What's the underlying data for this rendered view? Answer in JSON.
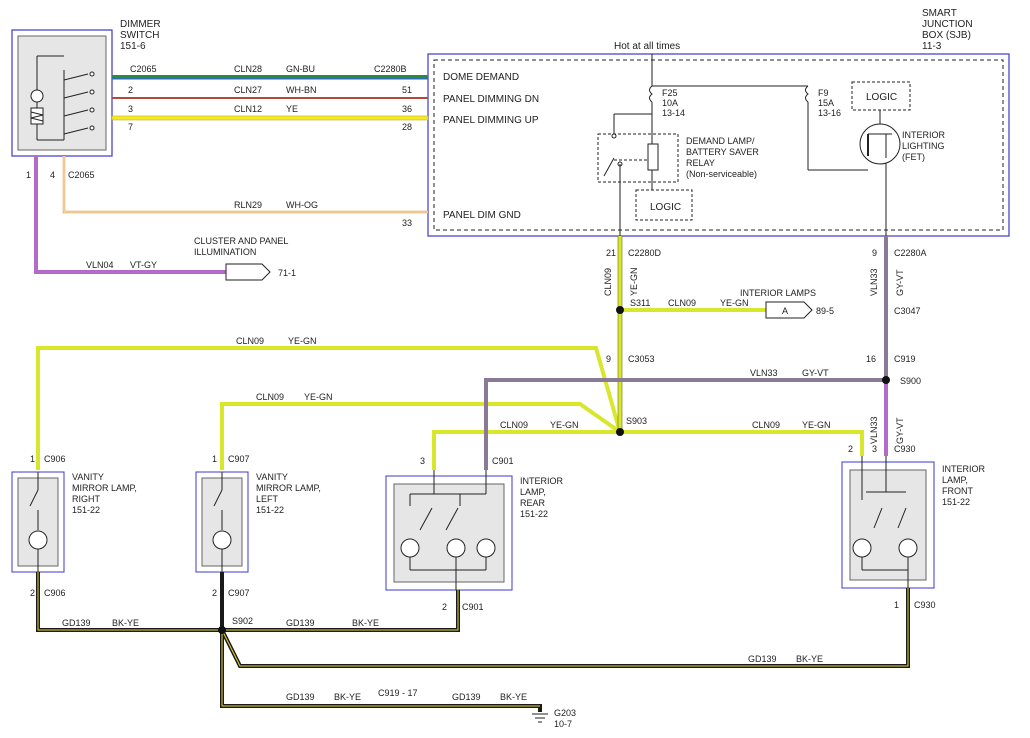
{
  "colors": {
    "gn_bu_green": "#2e8a3e",
    "gn_bu_blue": "#2a6fb0",
    "wh_bn": "#b24a3a",
    "ye": "#f5ea2a",
    "wh_og": "#e8a24a",
    "vt_gy": "#b46acb",
    "ye_gn": "#d8e62c",
    "gy_vt": "#8a7a98",
    "bk_ye": "#1a1a1a",
    "box_border": "#3a3ad0"
  },
  "components": {
    "dimmer": {
      "line1": "DIMMER",
      "line2": "SWITCH",
      "ref": "151-6"
    },
    "sjb": {
      "line1": "SMART",
      "line2": "JUNCTION",
      "line3": "BOX (SJB)",
      "ref": "11-3"
    },
    "hot": "Hot at all times",
    "f25": {
      "name": "F25",
      "amp": "10A",
      "ref": "13-14"
    },
    "f9": {
      "name": "F9",
      "amp": "15A",
      "ref": "13-16"
    },
    "relay": {
      "l1": "DEMAND LAMP/",
      "l2": "BATTERY SAVER",
      "l3": "RELAY",
      "l4": "(Non-serviceable)"
    },
    "logic": "LOGIC",
    "interior_lighting": {
      "l1": "INTERIOR",
      "l2": "LIGHTING",
      "l3": "(FET)"
    },
    "cluster": {
      "l1": "CLUSTER AND PANEL",
      "l2": "ILLUMINATION",
      "ref": "71-1"
    },
    "interior_lamps": {
      "label": "INTERIOR LAMPS",
      "tag": "A",
      "ref": "89-5"
    },
    "vanity_right": {
      "l1": "VANITY",
      "l2": "MIRROR LAMP,",
      "l3": "RIGHT",
      "ref": "151-22"
    },
    "vanity_left": {
      "l1": "VANITY",
      "l2": "MIRROR LAMP,",
      "l3": "LEFT",
      "ref": "151-22"
    },
    "lamp_rear": {
      "l1": "INTERIOR",
      "l2": "LAMP,",
      "l3": "REAR",
      "ref": "151-22"
    },
    "lamp_front": {
      "l1": "INTERIOR",
      "l2": "LAMP,",
      "l3": "FRONT",
      "ref": "151-22"
    },
    "ground": {
      "name": "G203",
      "ref": "10-7"
    }
  },
  "sjb_pins": {
    "dome": "DOME DEMAND",
    "dn": "PANEL DIMMING DN",
    "up": "PANEL DIMMING UP",
    "gnd": "PANEL DIM GND"
  },
  "wires": {
    "cln28": {
      "circuit": "CLN28",
      "color": "GN-BU"
    },
    "cln27": {
      "circuit": "CLN27",
      "color": "WH-BN"
    },
    "cln12": {
      "circuit": "CLN12",
      "color": "YE"
    },
    "rln29": {
      "circuit": "RLN29",
      "color": "WH-OG"
    },
    "vln04": {
      "circuit": "VLN04",
      "color": "VT-GY"
    },
    "cln09": {
      "circuit": "CLN09",
      "color": "YE-GN"
    },
    "vln33": {
      "circuit": "VLN33",
      "color": "GY-VT"
    },
    "gd139": {
      "circuit": "GD139",
      "color": "BK-YE"
    }
  },
  "connectors": {
    "c2065": "C2065",
    "c2280b": "C2280B",
    "c2280d": "C2280D",
    "c2280a": "C2280A",
    "c3047": "C3047",
    "c3053": "C3053",
    "c919": "C919",
    "c906": "C906",
    "c907": "C907",
    "c901": "C901",
    "c930": "C930",
    "c919_17": "C919 - 17"
  },
  "splices": {
    "s311": "S311",
    "s900": "S900",
    "s903": "S903",
    "s902": "S902"
  },
  "pins": {
    "p2": "2",
    "p3": "3",
    "p7": "7",
    "p51": "51",
    "p36": "36",
    "p28": "28",
    "p1": "1",
    "p4": "4",
    "p33": "33",
    "p21": "21",
    "p9": "9",
    "p16": "16"
  }
}
